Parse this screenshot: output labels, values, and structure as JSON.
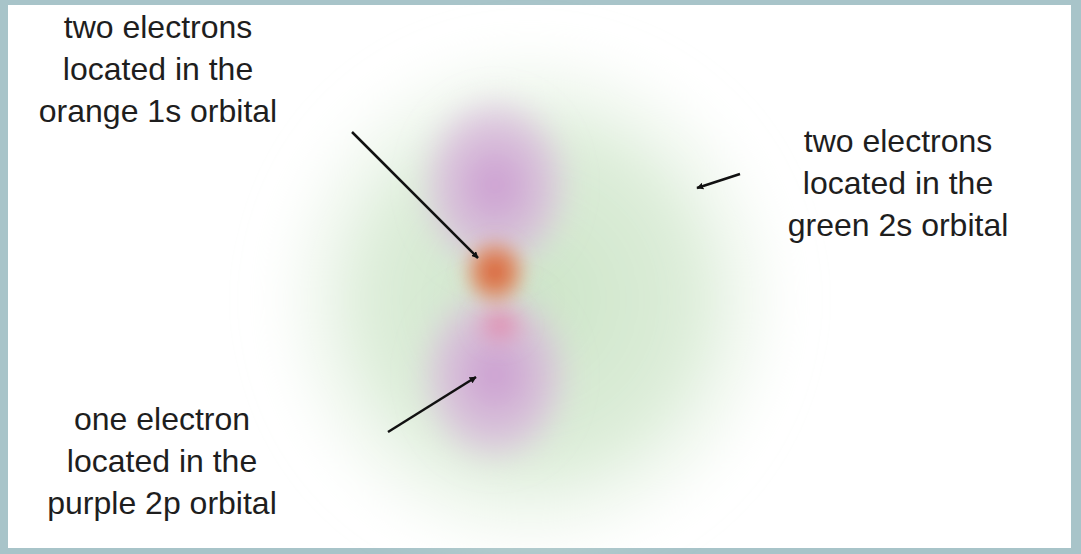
{
  "diagram": {
    "labels": [
      "two electrons located in the orange 1s orbital",
      "two electrons located in the green 2s orbital",
      "one electron located in the purple 2p orbital"
    ]
  }
}
